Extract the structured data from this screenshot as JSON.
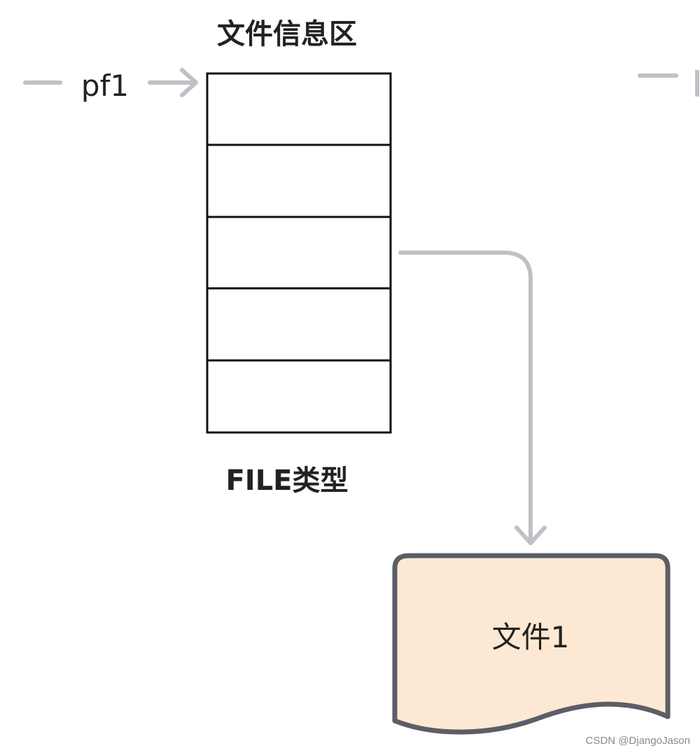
{
  "diagram": {
    "title": "文件信息区",
    "pointer_label": "pf1",
    "struct_label": "FILE类型",
    "struct_rows": 5,
    "file_label": "文件1",
    "watermark": "CSDN @DjangoJason"
  },
  "colors": {
    "line": "#111111",
    "connector": "#bfc1c6",
    "file_fill": "#fde9d3",
    "file_stroke": "#5b5e66",
    "text": "#222222"
  }
}
